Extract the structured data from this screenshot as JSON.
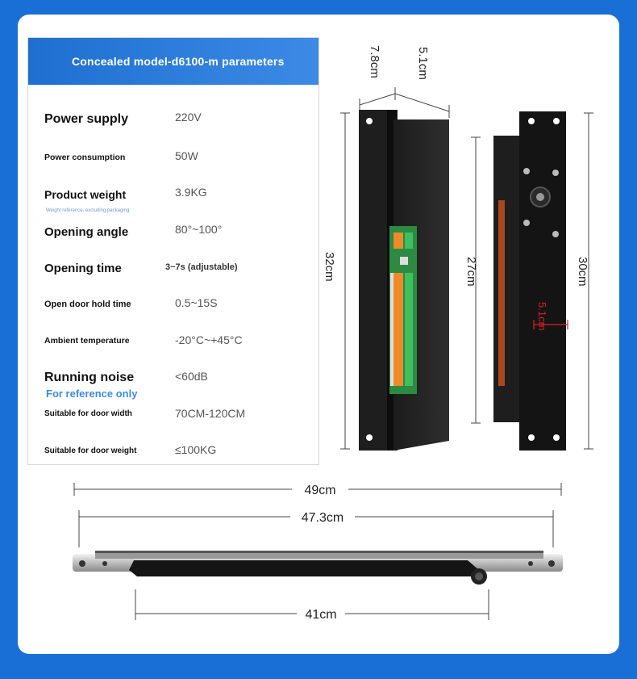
{
  "header": {
    "title": "Concealed model-d6100-m parameters"
  },
  "params": [
    {
      "label": "Power supply",
      "value": "220V"
    },
    {
      "label": "Power consumption",
      "value": "50W"
    },
    {
      "label": "Product weight",
      "value": "3.9KG",
      "note": "Weight reference, excluding packaging"
    },
    {
      "label": "Opening angle",
      "value": "80°~100°"
    },
    {
      "label": "Opening time",
      "value": "3~7s (adjustable)"
    },
    {
      "label": "Open door hold time",
      "value": "0.5~15S"
    },
    {
      "label": "Ambient temperature",
      "value": "-20°C~+45°C"
    },
    {
      "label": "Running noise",
      "value": "<60dB",
      "note": "For reference only"
    },
    {
      "label": "Suitable for door width",
      "value": "70CM-120CM"
    },
    {
      "label": "Suitable for door weight",
      "value": "≤100KG"
    }
  ],
  "dimensions": {
    "depth": "7.8cm",
    "width": "5.1cm",
    "height_front": "32cm",
    "height_side_inner": "27cm",
    "height_side_outer": "30cm",
    "side_offset": "5.1cm",
    "arm_total": "49cm",
    "arm_mid": "47.3cm",
    "arm_track": "41cm"
  },
  "colors": {
    "brand_blue": "#1e6fd0",
    "accent_red": "#e02020",
    "terminal_green": "#2fa84f",
    "terminal_orange": "#f08a28"
  }
}
